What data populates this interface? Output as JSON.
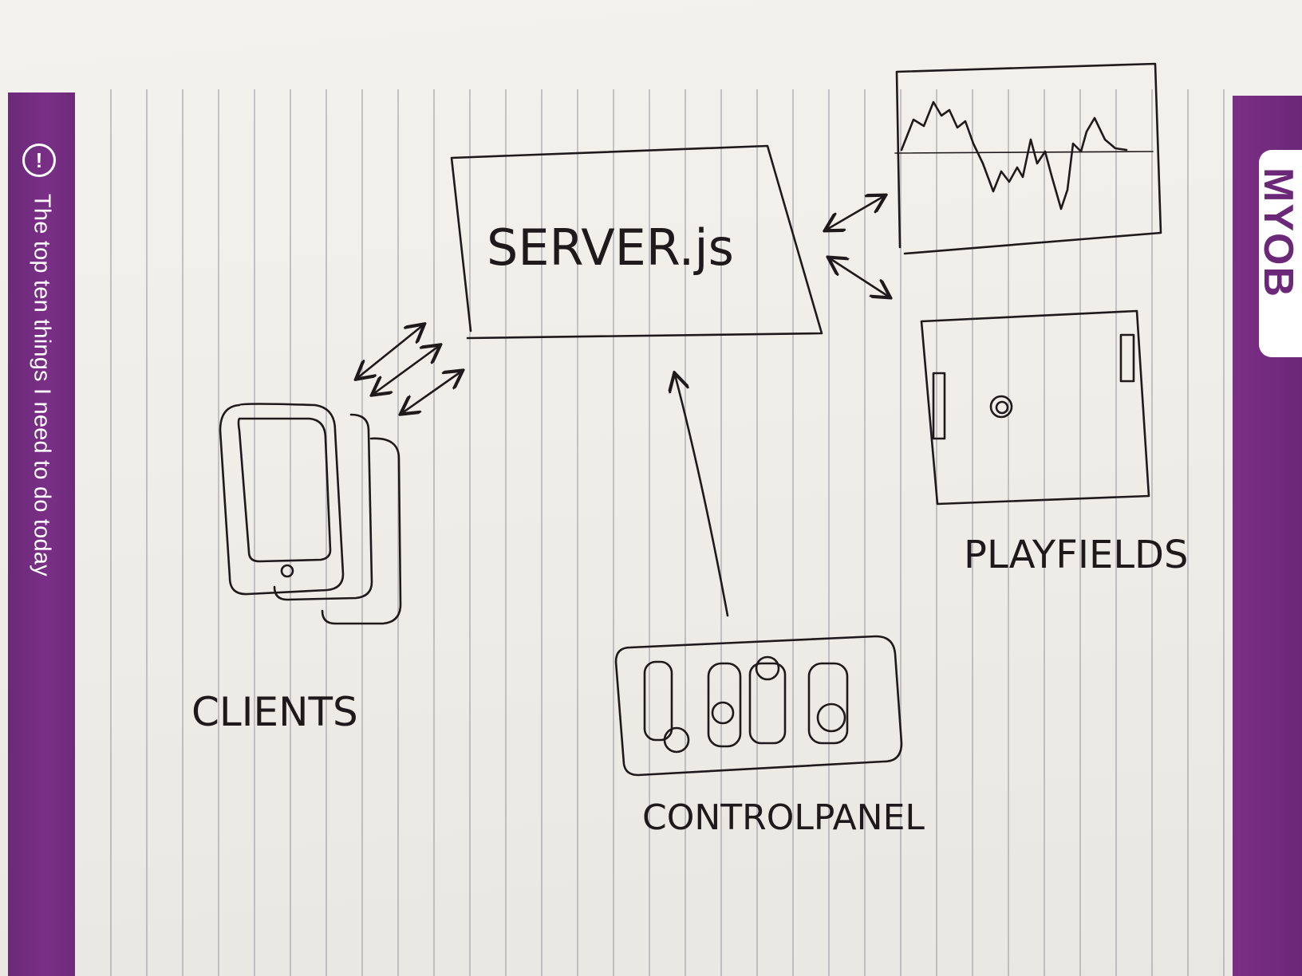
{
  "notepad": {
    "alert_icon": "exclamation-circle-icon",
    "alert_glyph": "!",
    "tagline": "The top ten things I need to do today",
    "brand": "MYOB",
    "brand_color": "#6b2778",
    "strip_color": "#7a2f86"
  },
  "diagram": {
    "server_label": "SERVER.js",
    "clients_label": "CLIENTS",
    "playfields_label": "PLAYFIELDS",
    "control_panel_label": "CONTROLPANEL",
    "ink_color": "#1e1a1b"
  }
}
